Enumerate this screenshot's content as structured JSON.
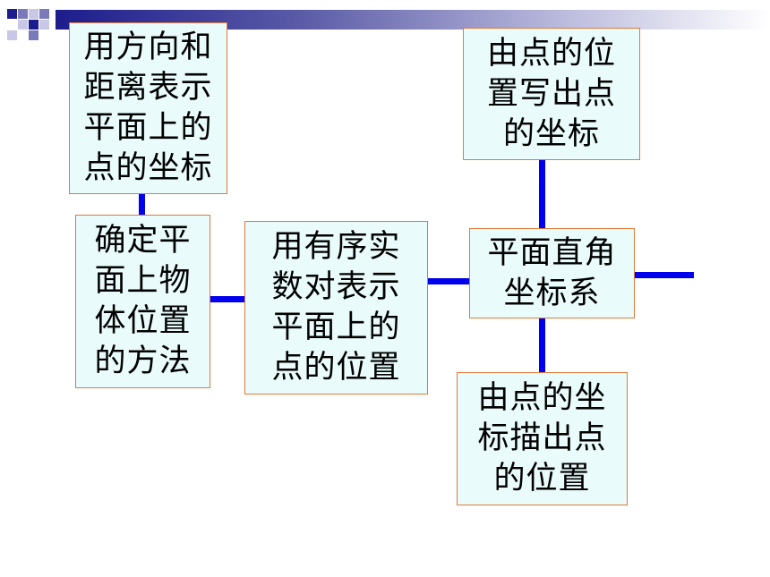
{
  "diagram": {
    "nodes": {
      "direction_distance": "用方向和\n距离表示\n平面上的\n点的坐标",
      "method": "确定平\n面上物\n体位置\n的方法",
      "ordered_pair": "用有序实\n数对表示\n平面上的\n点的位置",
      "coordinate_system": "平面直角\n坐标系",
      "pos_to_coord": "由点的位\n置写出点\n的坐标",
      "coord_to_pos": "由点的坐\n标描出点\n的位置"
    }
  },
  "colors": {
    "line": "#0000ee",
    "box_fill": "#e9fbfb",
    "box_border": "#e07a3a",
    "header_dark": "#1c1c8c",
    "header_light": "#c8c8e6"
  }
}
